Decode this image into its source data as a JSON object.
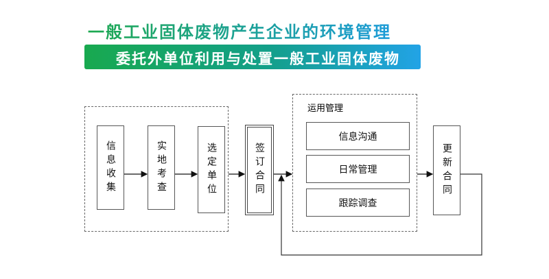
{
  "title": "一般工业固体废物产生企业的环境管理",
  "banner": "委托外单位利用与处置一般工业固体废物",
  "steps": [
    "信息收集",
    "实地考查",
    "选定单位",
    "签订合同"
  ],
  "management": {
    "label": "运用管理",
    "items": [
      "信息沟通",
      "日常管理",
      "跟踪调查"
    ]
  },
  "renew": "更新合同"
}
